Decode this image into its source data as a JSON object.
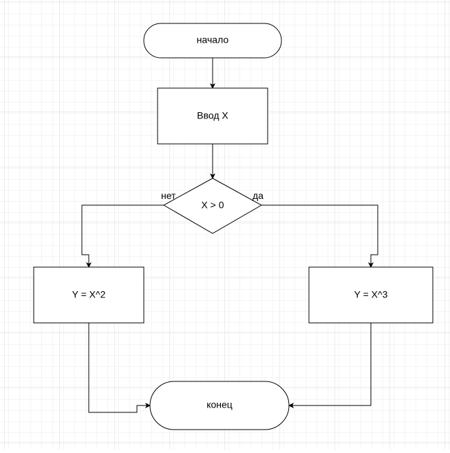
{
  "colors": {
    "background": "#ffffff",
    "grid_minor": "#ebebeb",
    "grid_major": "#d9d9d9",
    "stroke": "#000000",
    "fill": "#ffffff"
  },
  "flowchart": {
    "start_label": "начало",
    "input_label": "Ввод X",
    "condition_label": "X > 0",
    "no_label": "нет",
    "yes_label": "да",
    "no_branch_label": "Y = X^2",
    "yes_branch_label": "Y = X^3",
    "end_label": "конец"
  }
}
